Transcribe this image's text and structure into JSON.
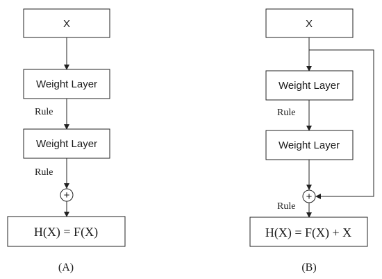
{
  "diagram_a": {
    "input_label": "X",
    "layer1_label": "Weight Layer",
    "layer2_label": "Weight Layer",
    "rule1_label": "Rule",
    "rule2_label": "Rule",
    "sum_symbol": "+",
    "output_label": "H(X) = F(X)",
    "caption": "(A)"
  },
  "diagram_b": {
    "input_label": "X",
    "layer1_label": "Weight Layer",
    "layer2_label": "Weight Layer",
    "rule1_label": "Rule",
    "rule2_label": "Rule",
    "sum_symbol": "+",
    "output_label": "H(X) = F(X) + X",
    "caption": "(B)"
  }
}
